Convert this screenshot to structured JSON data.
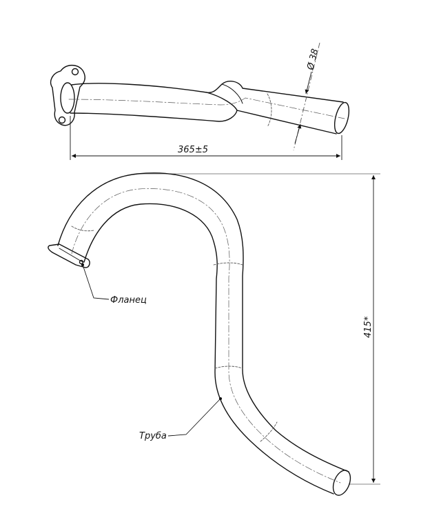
{
  "dimensions": {
    "length": "365±5",
    "diameter": "Ø 38",
    "height": "415*"
  },
  "labels": {
    "flange": "Фланец",
    "pipe": "Труба"
  },
  "colors": {
    "line": "#111111",
    "thin_line": "#555555"
  }
}
